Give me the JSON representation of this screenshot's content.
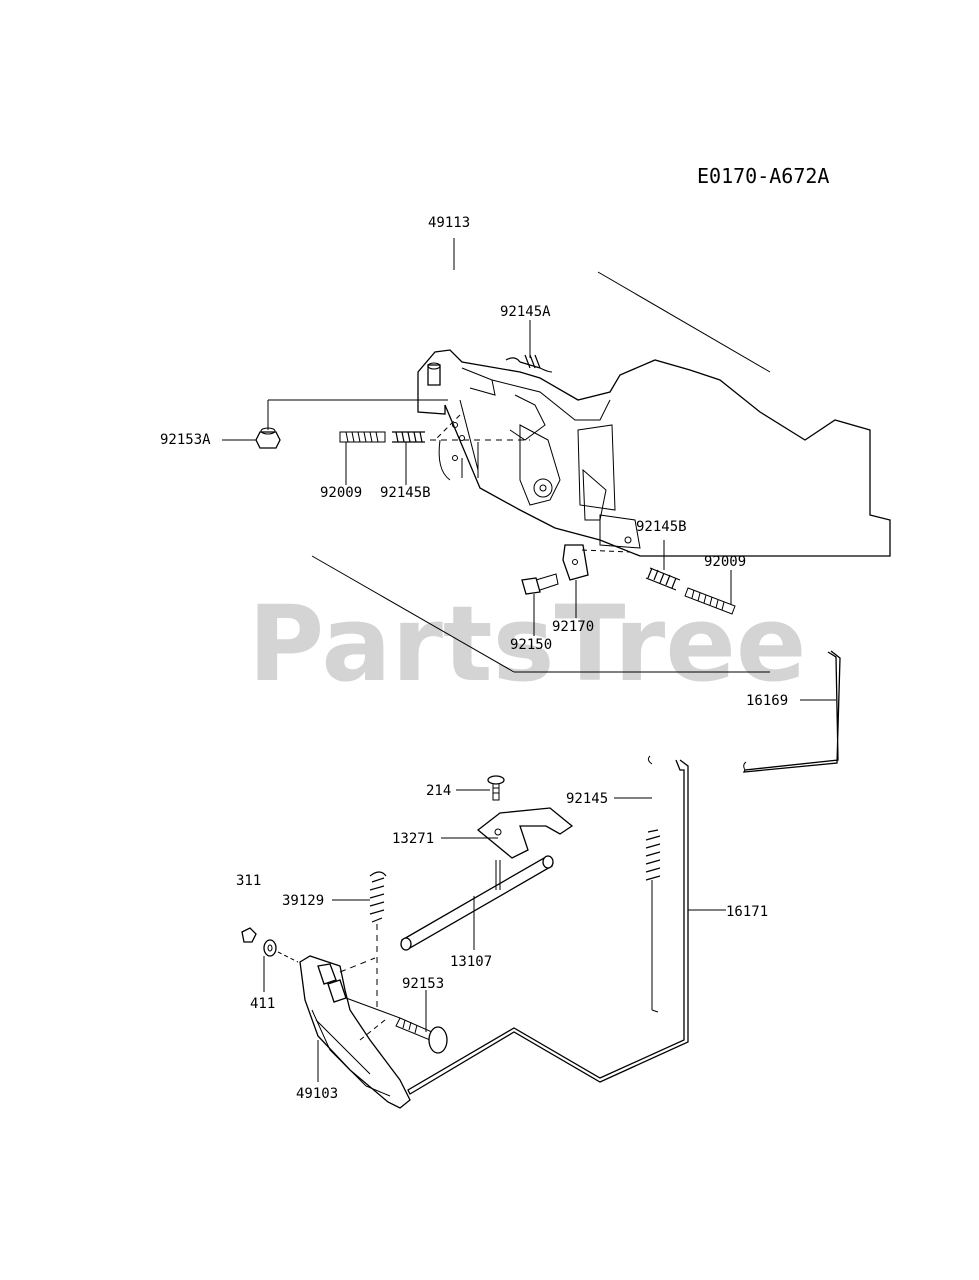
{
  "diagram_code": "E0170-A672A",
  "watermark": "PartsTree",
  "part_labels": {
    "p49113": "49113",
    "p92145A": "92145A",
    "p92153A": "92153A",
    "p92009_left": "92009",
    "p92145B_left": "92145B",
    "p92145B_right": "92145B",
    "p92009_right": "92009",
    "p92170": "92170",
    "p92150": "92150",
    "p16169": "16169",
    "p214": "214",
    "p92145": "92145",
    "p13271": "13271",
    "p311": "311",
    "p39129": "39129",
    "p16171": "16171",
    "p13107": "13107",
    "p92153": "92153",
    "p411": "411",
    "p49103": "49103"
  }
}
